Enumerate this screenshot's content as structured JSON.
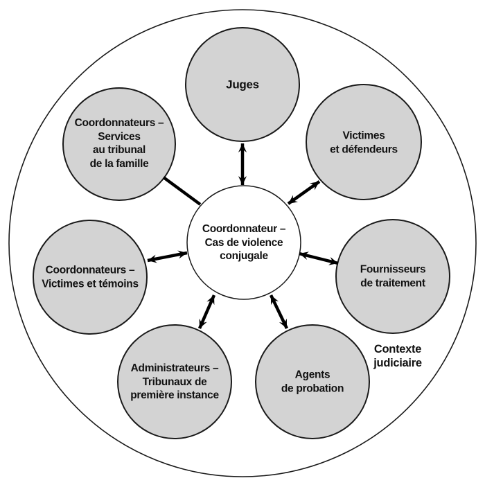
{
  "diagram": {
    "context_label": "Contexte\njudiciaire",
    "hub": {
      "id": "coordonnateur-cas-violence-conjugale",
      "label": "Coordonnateur –\nCas de violence\nconjugale"
    },
    "satellites": [
      {
        "id": "juges",
        "label": "Juges"
      },
      {
        "id": "victimes-et-defendeurs",
        "label": "Victimes\net défendeurs"
      },
      {
        "id": "fournisseurs-de-traitement",
        "label": "Fournisseurs\nde traitement"
      },
      {
        "id": "agents-de-probation",
        "label": "Agents\nde probation"
      },
      {
        "id": "administrateurs-tribunaux-premiere-instance",
        "label": "Administrateurs –\nTribunaux de\npremière instance"
      },
      {
        "id": "coordonnateurs-victimes-et-temoins",
        "label": "Coordonnateurs –\nVictimes et témoins"
      },
      {
        "id": "coordonnateurs-services-tribunal-famille",
        "label": "Coordonnateurs –\nServices\nau tribunal\nde la famille"
      }
    ],
    "colors": {
      "satellite_fill": "#d3d3d3",
      "hub_fill": "#ffffff",
      "stroke": "#1a1a1a",
      "arrow": "#000000",
      "background": "#ffffff"
    }
  }
}
